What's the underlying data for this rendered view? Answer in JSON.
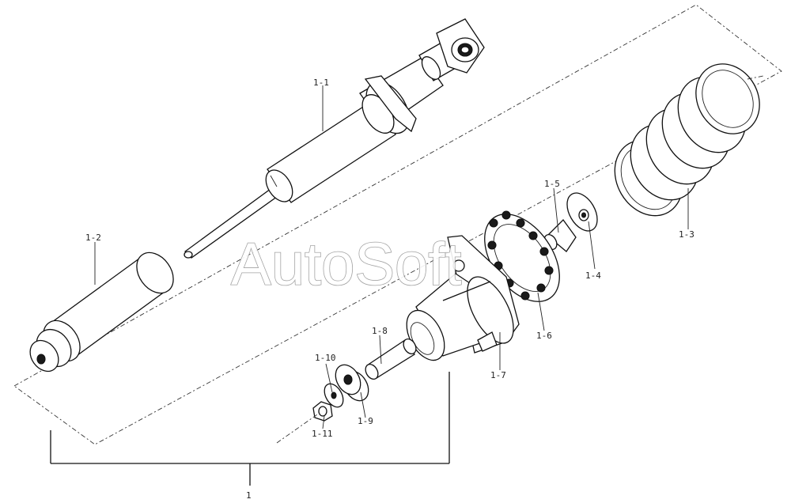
{
  "watermark": "AutoSoft",
  "assembly_label": "1",
  "callouts": {
    "p1_1": "1-1",
    "p1_2": "1-2",
    "p1_3": "1-3",
    "p1_4": "1-4",
    "p1_5": "1-5",
    "p1_6": "1-6",
    "p1_7": "1-7",
    "p1_8": "1-8",
    "p1_9": "1-9",
    "p1_10": "1-10",
    "p1_11": "1-11"
  }
}
